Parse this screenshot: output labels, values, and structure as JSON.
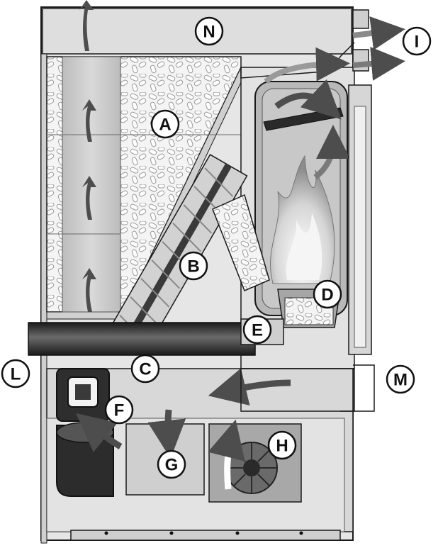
{
  "labels": {
    "N": "N",
    "I": "I",
    "A": "A",
    "B": "B",
    "C": "C",
    "D": "D",
    "E": "E",
    "F": "F",
    "G": "G",
    "H": "H",
    "L": "L",
    "M": "M"
  },
  "colors": {
    "outline": "#1a1a1a",
    "housing": "#e6e6e6",
    "housing_dark": "#bdbdbd",
    "metal_dark": "#3a3a3a",
    "flame_light": "#eeeeee",
    "arrow_dark": "#4d4d4d",
    "arrow_light": "#9a9a9a"
  }
}
